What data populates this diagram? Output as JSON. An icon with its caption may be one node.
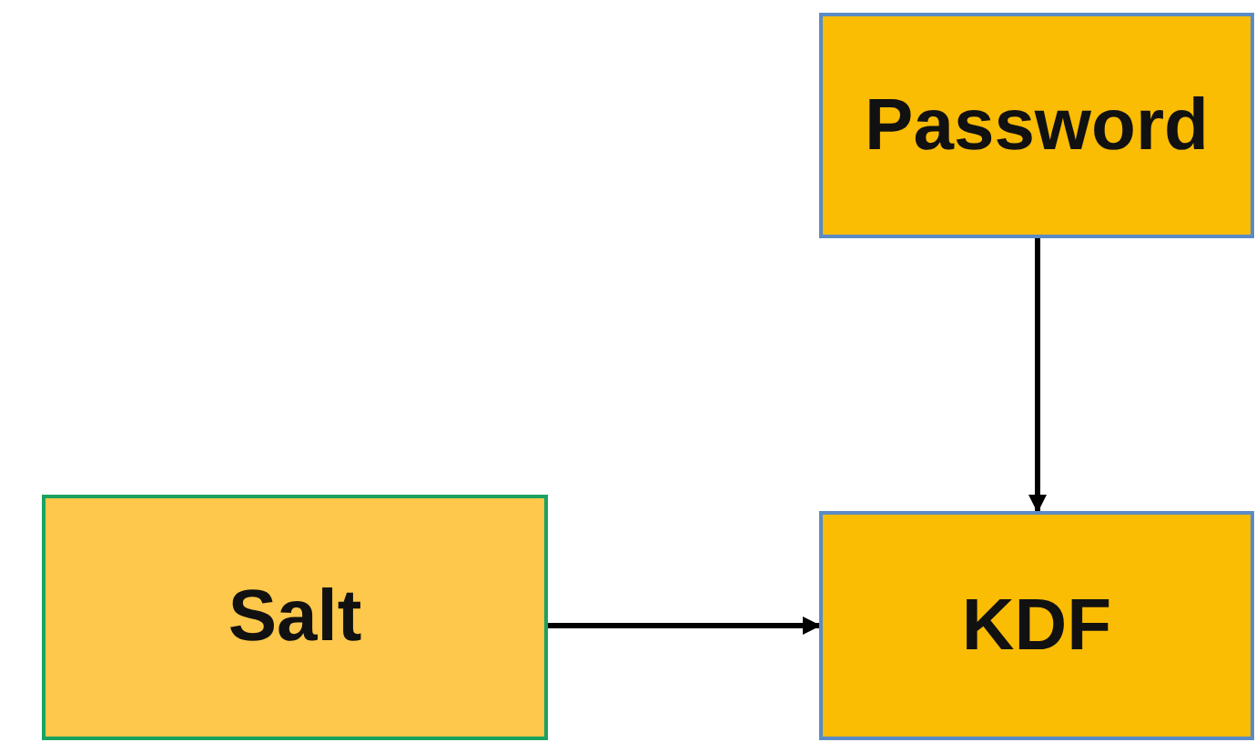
{
  "diagram": {
    "nodes": [
      {
        "text": [
          "Password"
        ]
      },
      {
        "text": [
          "Salt"
        ]
      },
      {
        "text": [
          "KDF"
        ]
      }
    ],
    "edges": [
      {
        "from": 0,
        "to": 2,
        "arrow": "to"
      },
      {
        "from": 1,
        "to": 2,
        "arrow": "to"
      }
    ]
  }
}
